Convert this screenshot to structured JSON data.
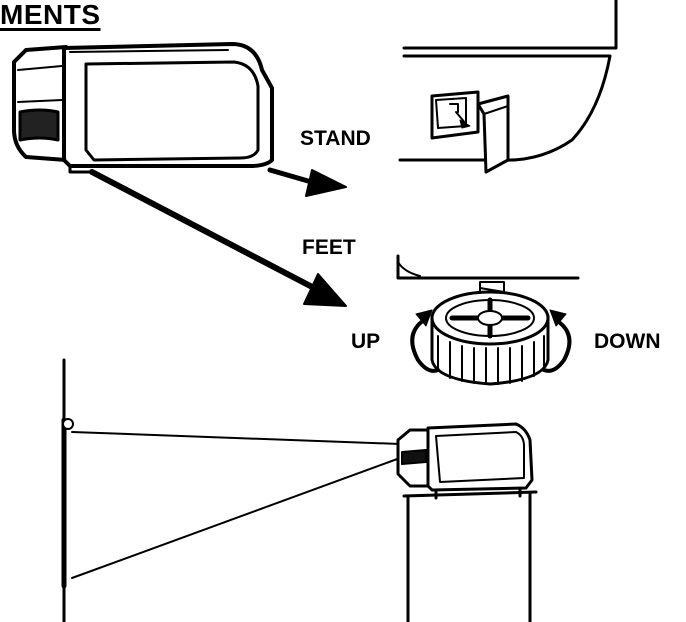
{
  "heading": "MENTS",
  "labels": {
    "stand": "STAND",
    "feet": "FEET",
    "up": "UP",
    "down": "DOWN"
  },
  "colors": {
    "ink": "#000000",
    "paper": "#ffffff"
  }
}
